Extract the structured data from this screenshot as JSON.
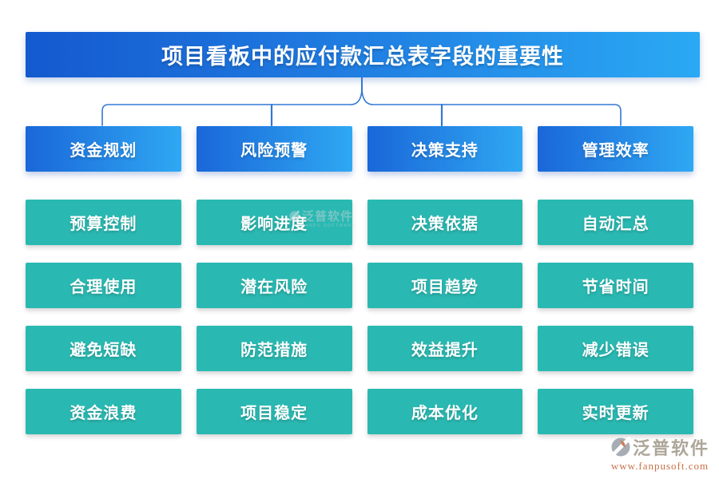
{
  "title": "项目看板中的应付款汇总表字段的重要性",
  "columns": [
    {
      "header": "资金规划",
      "items": [
        "预算控制",
        "合理使用",
        "避免短缺",
        "资金浪费"
      ]
    },
    {
      "header": "风险预警",
      "items": [
        "影响进度",
        "潜在风险",
        "防范措施",
        "项目稳定"
      ]
    },
    {
      "header": "决策支持",
      "items": [
        "决策依据",
        "项目趋势",
        "效益提升",
        "成本优化"
      ]
    },
    {
      "header": "管理效率",
      "items": [
        "自动汇总",
        "节省时间",
        "减少错误",
        "实时更新"
      ]
    }
  ],
  "watermark": {
    "brand": "泛普软件",
    "subtitle": "FANPU SOFTWARE"
  },
  "footer": {
    "brand": "泛普软件",
    "url": "www.fanpusoft.com"
  },
  "colors": {
    "title_gradient_start": "#1459cf",
    "title_gradient_end": "#2aa9f4",
    "header_gradient_start": "#1a67d9",
    "header_gradient_end": "#2fa8f2",
    "item_teal": "#2ab9b2",
    "connector_blue": "#3478d4",
    "footer_brand_gray": "#a29a8b",
    "footer_url_orange": "#c05c2e"
  }
}
